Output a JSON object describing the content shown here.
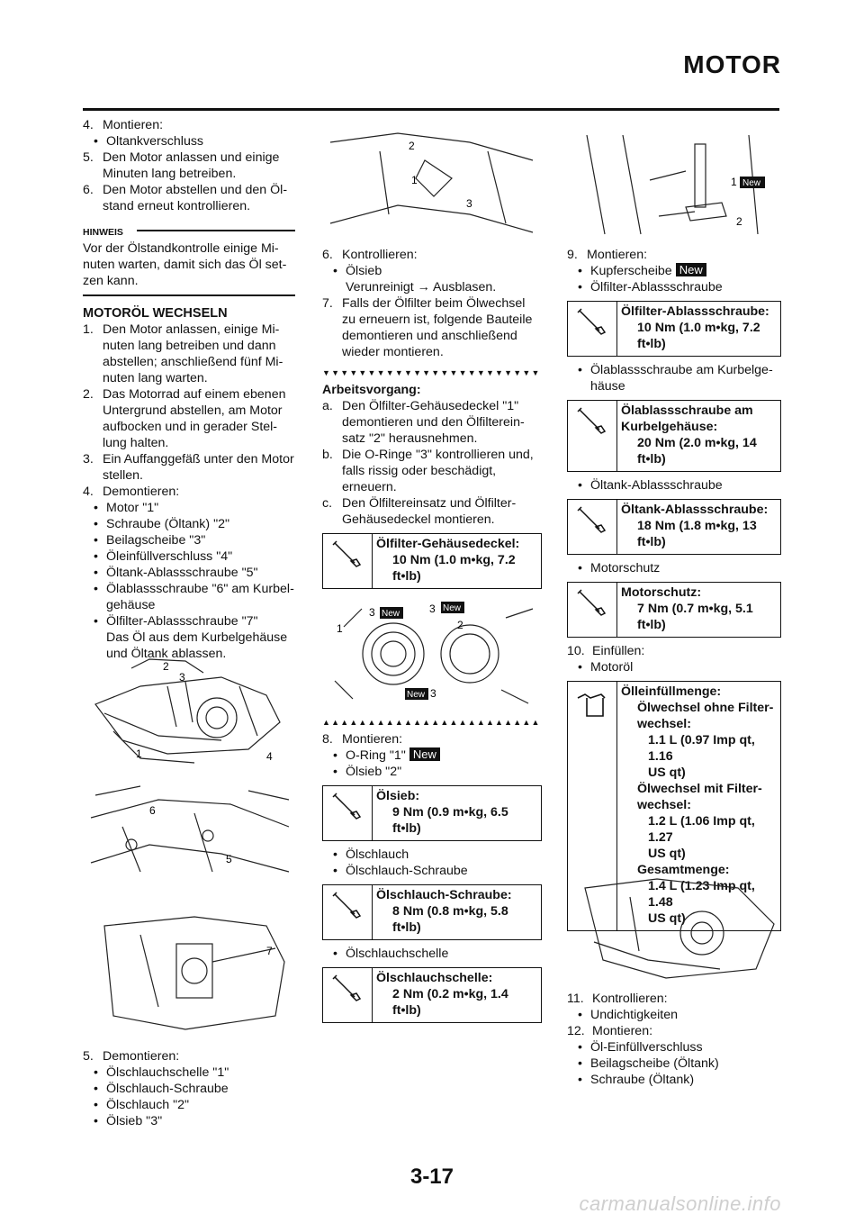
{
  "header": {
    "title": "MOTOR",
    "page_number": "3-17"
  },
  "watermark": "carmanualsonline.info",
  "col1": {
    "top": [
      {
        "n": "4.",
        "t": "Montieren:"
      },
      {
        "b": "Oltankverschluss"
      },
      {
        "n": "5.",
        "t": "Den Motor anlassen und einige"
      },
      {
        "c": "Minuten lang betreiben."
      },
      {
        "n": "6.",
        "t": "Den Motor abstellen und den Öl-"
      },
      {
        "c": "stand erneut kontrollieren."
      }
    ],
    "hinweis_label": "HINWEIS",
    "hinweis_text": "Vor der Ölstandkontrolle einige Mi-nuten warten, damit sich das Öl set-zen kann.",
    "hinweis_lines": [
      "Vor der Ölstandkontrolle einige Mi-",
      "nuten warten, damit sich das Öl set-",
      "zen kann."
    ],
    "section_title": "MOTORÖL WECHSELN",
    "steps": [
      {
        "n": "1.",
        "t": "Den Motor anlassen, einige Mi-"
      },
      {
        "c": "nuten lang betreiben und dann"
      },
      {
        "c": "abstellen; anschließend fünf Mi-"
      },
      {
        "c": "nuten lang warten."
      },
      {
        "n": "2.",
        "t": "Das Motorrad auf einem ebenen"
      },
      {
        "c": "Untergrund abstellen, am Motor"
      },
      {
        "c": "aufbocken und in gerader Stel-"
      },
      {
        "c": "lung halten."
      },
      {
        "n": "3.",
        "t": "Ein Auffanggefäß unter den Motor"
      },
      {
        "c": "stellen."
      },
      {
        "n": "4.",
        "t": "Demontieren:"
      },
      {
        "b": "Motor \"1\""
      },
      {
        "b": "Schraube (Öltank) \"2\""
      },
      {
        "b": "Beilagscheibe \"3\""
      },
      {
        "b": "Öleinfüllverschluss \"4\""
      },
      {
        "b": "Öltank-Ablassschraube \"5\""
      },
      {
        "b": "Ölablassschraube \"6\" am Kurbel-"
      },
      {
        "i": "gehäuse"
      },
      {
        "b": "Ölfilter-Ablassschraube \"7\""
      },
      {
        "i": "Das Öl aus dem Kurbelgehäuse"
      },
      {
        "i": "und Öltank ablassen."
      }
    ],
    "bottom": [
      {
        "n": "5.",
        "t": "Demontieren:"
      },
      {
        "b": "Ölschlauchschelle \"1\""
      },
      {
        "b": "Ölschlauch-Schraube"
      },
      {
        "b": "Ölschlauch \"2\""
      },
      {
        "b": "Ölsieb \"3\""
      }
    ]
  },
  "col2": {
    "after_fig": [
      {
        "n": "6.",
        "t": "Kontrollieren:"
      },
      {
        "b": "Ölsieb"
      },
      {
        "i": "Verunreinigt → Ausblasen."
      },
      {
        "n": "7.",
        "t": "Falls der Ölfilter beim Ölwechsel"
      },
      {
        "c": "zu erneuern ist, folgende Bauteile"
      },
      {
        "c": "demontieren und anschließend"
      },
      {
        "c": "wieder montieren."
      }
    ],
    "tri_down": "▼▼▼▼▼▼▼▼▼▼▼▼▼▼▼▼▼▼▼▼▼▼▼▼▼▼▼▼",
    "tri_up": "▲▲▲▲▲▲▲▲▲▲▲▲▲▲▲▲▲▲▲▲▲▲▲▲▲▲▲▲",
    "procedure_title": "Arbeitsvorgang:",
    "procedure": [
      {
        "n": "a.",
        "t": "Den Ölfilter-Gehäusedeckel \"1\""
      },
      {
        "c": "demontieren und den Ölfilterein-"
      },
      {
        "c": "satz \"2\" herausnehmen."
      },
      {
        "n": "b.",
        "t": "Die O-Ringe \"3\" kontrollieren und,"
      },
      {
        "c": "falls rissig oder beschädigt,"
      },
      {
        "c": "erneuern."
      },
      {
        "n": "c.",
        "t": "Den Ölfiltereinsatz und Ölfilter-"
      },
      {
        "c": "Gehäusedeckel montieren."
      }
    ],
    "box1": {
      "title": "Ölfilter-Gehäusedeckel:",
      "lines": [
        "10 Nm (1.0 m•kg, 7.2",
        "ft•lb)"
      ]
    },
    "step8": {
      "n": "8.",
      "t": "Montieren:",
      "b1": "O-Ring \"1\"",
      "b2": "Ölsieb \"2\""
    },
    "box2": {
      "title": "Ölsieb:",
      "lines": [
        "9 Nm (0.9 m•kg, 6.5",
        "ft•lb)"
      ]
    },
    "mid_bullets": [
      "Ölschlauch",
      "Ölschlauch-Schraube"
    ],
    "box3": {
      "title": "Ölschlauch-Schraube:",
      "lines": [
        "8 Nm (0.8 m•kg, 5.8",
        "ft•lb)"
      ]
    },
    "bullet_schelle": "Ölschlauchschelle",
    "box4": {
      "title": "Ölschlauchschelle:",
      "lines": [
        "2 Nm (0.2 m•kg, 1.4",
        "ft•lb)"
      ]
    }
  },
  "col3": {
    "step9": {
      "n": "9.",
      "t": "Montieren:",
      "b1": "Kupferscheibe",
      "b2": "Ölfilter-Ablassschraube"
    },
    "box1": {
      "title": "Ölfilter-Ablassschraube:",
      "lines": [
        "10 Nm (1.0 m•kg, 7.2",
        "ft•lb)"
      ]
    },
    "b_kurbel": [
      "Ölablassschraube am Kurbelge-",
      "häuse"
    ],
    "box2": {
      "title": "Ölablassschraube am Kurbelgehäuse:",
      "title_lines": [
        "Ölablassschraube am",
        "Kurbelgehäuse:"
      ],
      "lines": [
        "20 Nm (2.0 m•kg, 14",
        "ft•lb)"
      ]
    },
    "b_oltank": "Öltank-Ablassschraube",
    "box3": {
      "title": "Öltank-Ablassschraube:",
      "lines": [
        "18 Nm (1.8 m•kg, 13",
        "ft•lb)"
      ]
    },
    "b_motorschutz": "Motorschutz",
    "box4": {
      "title": "Motorschutz:",
      "lines": [
        "7 Nm (0.7 m•kg, 5.1",
        "ft•lb)"
      ]
    },
    "step10": {
      "n": "10.",
      "t": "Einfüllen:",
      "b1": "Motoröl"
    },
    "box5": {
      "title": "Ölleinfüllmenge:",
      "a_title": [
        "Ölwechsel ohne Filter-",
        "wechsel:"
      ],
      "a_val": [
        "1.1 L (0.97 Imp qt, 1.16",
        "US qt)"
      ],
      "b_title": [
        "Ölwechsel mit Filter-",
        "wechsel:"
      ],
      "b_val": [
        "1.2 L (1.06 Imp qt, 1.27",
        "US qt)"
      ],
      "c_title": "Gesamtmenge:",
      "c_val": [
        "1.4 L (1.23 Imp qt, 1.48",
        "US qt)"
      ]
    },
    "step11": {
      "n": "11.",
      "t": "Kontrollieren:",
      "b1": "Undichtigkeiten"
    },
    "step12": {
      "n": "12.",
      "t": "Montieren:",
      "b1": "Öl-Einfüllverschluss",
      "b2": "Beilagscheibe (Öltank)",
      "b3": "Schraube (Öltank)"
    }
  },
  "badges": {
    "new": "New"
  },
  "callouts": {
    "c1": "1",
    "c2": "2",
    "c3": "3",
    "c4": "4",
    "c5": "5",
    "c6": "6",
    "c7": "7"
  },
  "icons": [
    "torque-wrench-icon",
    "oil-can-icon"
  ]
}
